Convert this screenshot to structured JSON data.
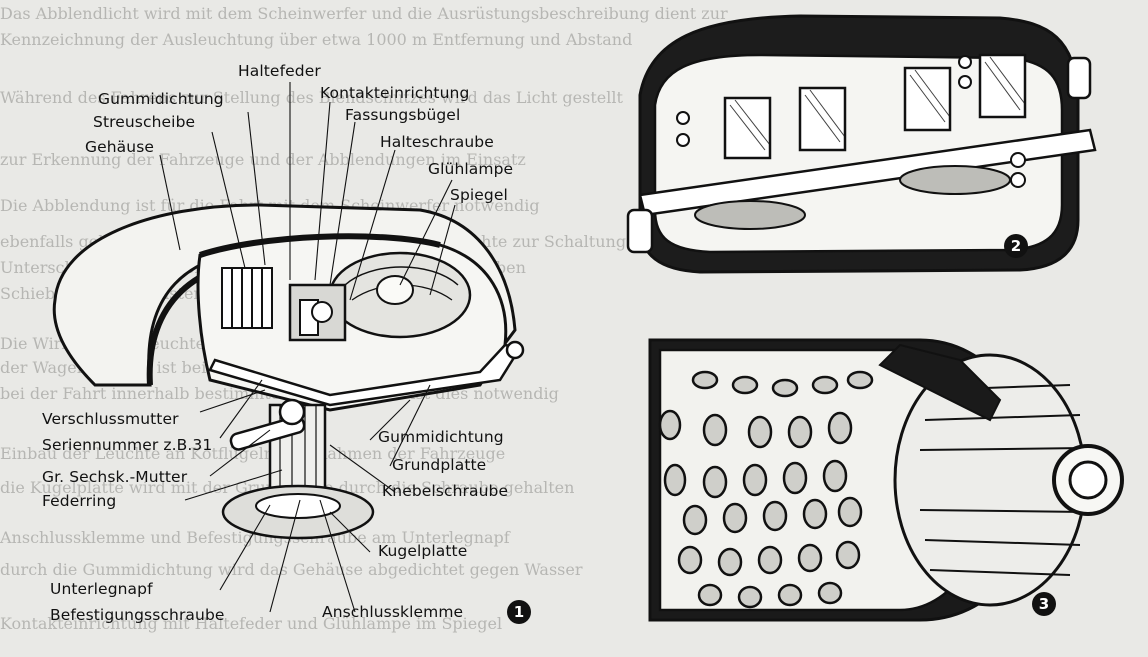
{
  "background_text": [
    "Das Abblendlicht wird mit dem Scheinwerfer und die Ausrüstungsbeschreibung dient zur",
    "Kennzeichnung der Ausleuchtung über etwa 1000 m Entfernung und Abstand",
    "Während des Fahrens zur Stellung des Blendschutzes wird das Licht gestellt",
    "zur Erkennung der Fahrzeuge und der Abblendungen im Einsatz",
    "Die Abblendung ist für die Fahrt mit dem Scheinwerfer notwendig",
    "ebenfalls gehört das Tarnlicht und das Abblenden der Leuchte zur Schaltung",
    "Unterscheidung der Blende nach Klappe und Schlitz ist gegeben",
    "Schieber für das Fenster der Beleuchtungseinrichtung",
    "Die Wirkung der Leuchte ist durch die Abblendung bestimmt",
    "der Wagenabstand ist bei allen Fahrzeugen gleich zu halten",
    "bei der Fahrt innerhalb bestimmter Entfernungen ist dies notwendig",
    "Einbau der Leuchte an Kotflügeln und Rahmen der Fahrzeuge",
    "die Kugelplatte wird mit der Grundplatte durch die Schraube gehalten",
    "Anschlussklemme und Befestigungsschraube am Unterlegnapf",
    "durch die Gummidichtung wird das Gehäuse abgedichtet gegen Wasser",
    "Kontakteinrichtung mit Haltefeder und Glühlampe im Spiegel"
  ],
  "figure1": {
    "number": "1",
    "labels": {
      "haltefeder": "Haltefeder",
      "gummidichtung_top": "Gummidichtung",
      "kontakteinrichtung": "Kontakteinrichtung",
      "streuscheibe": "Streuscheibe",
      "fassungsbuegel": "Fassungsbügel",
      "gehaeuse": "Gehäuse",
      "halteschraube": "Halteschraube",
      "gluehlampe": "Glühlampe",
      "spiegel": "Spiegel",
      "verschlussmutter": "Verschlussmutter",
      "seriennummer": "Seriennummer z.B.31",
      "gr_sechsk_mutter": "Gr. Sechsk.-Mutter",
      "federring": "Federring",
      "gummidichtung_bottom": "Gummidichtung",
      "grundplatte": "Grundplatte",
      "knebelschraube": "Knebelschraube",
      "kugelplatte": "Kugelplatte",
      "unterlegnapf": "Unterlegnapf",
      "befestigungsschraube": "Befestigungsschraube",
      "anschlussklemme": "Anschlussklemme"
    }
  },
  "figure2": {
    "number": "2"
  },
  "figure3": {
    "number": "3"
  },
  "colors": {
    "paper": "#e9e9e6",
    "ink": "#111111",
    "faint_text": "#8e8e8a"
  }
}
